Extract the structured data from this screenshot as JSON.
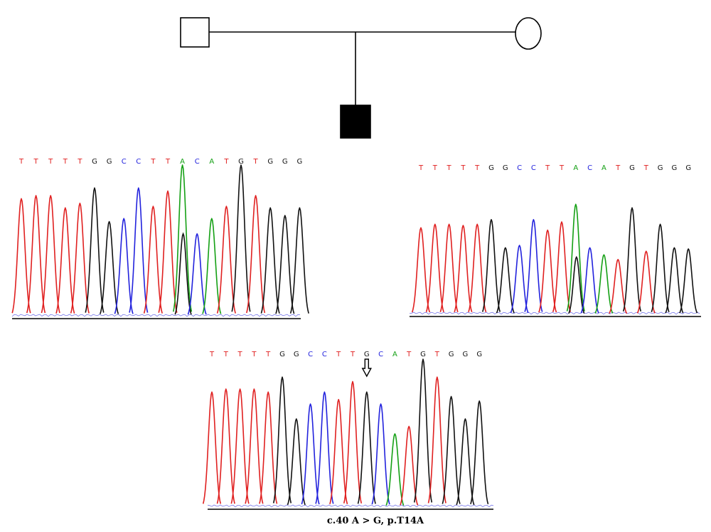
{
  "colors": {
    "A": "#14a014",
    "C": "#2222dd",
    "G": "#111111",
    "T": "#e02020",
    "line": "#000000",
    "affected_fill": "#000000",
    "unaffected_fill": "#ffffff"
  },
  "pedigree": {
    "father": {
      "shape": "square",
      "affected": false
    },
    "mother": {
      "shape": "circle",
      "affected": false
    },
    "proband": {
      "shape": "square",
      "affected": true
    }
  },
  "chromatograms": [
    {
      "id": "father",
      "sequence": [
        "T",
        "T",
        "T",
        "T",
        "T",
        "G",
        "G",
        "C",
        "C",
        "T",
        "T",
        "A",
        "C",
        "A",
        "T",
        "G",
        "T",
        "G",
        "G",
        "G"
      ],
      "peak_heights": [
        0.78,
        0.8,
        0.8,
        0.72,
        0.75,
        0.85,
        0.63,
        0.65,
        0.85,
        0.73,
        0.83,
        1.0,
        0.55,
        0.65,
        0.73,
        1.0,
        0.8,
        0.72,
        0.67,
        0.72
      ],
      "secondary": {
        "11": {
          "base": "G",
          "height": 0.55
        }
      },
      "marker_arrow": false
    },
    {
      "id": "mother",
      "sequence": [
        "T",
        "T",
        "T",
        "T",
        "T",
        "G",
        "G",
        "C",
        "C",
        "T",
        "T",
        "A",
        "C",
        "A",
        "T",
        "G",
        "T",
        "G",
        "G",
        "G"
      ],
      "peak_heights": [
        0.75,
        0.78,
        0.78,
        0.77,
        0.78,
        0.82,
        0.58,
        0.6,
        0.82,
        0.73,
        0.8,
        0.95,
        0.58,
        0.52,
        0.48,
        0.92,
        0.55,
        0.78,
        0.58,
        0.57
      ],
      "secondary": {
        "11": {
          "base": "G",
          "height": 0.5
        }
      },
      "marker_arrow": false
    },
    {
      "id": "proband",
      "sequence": [
        "T",
        "T",
        "T",
        "T",
        "T",
        "G",
        "G",
        "C",
        "C",
        "T",
        "T",
        "G",
        "C",
        "A",
        "T",
        "G",
        "T",
        "G",
        "G",
        "G"
      ],
      "peak_heights": [
        0.78,
        0.8,
        0.8,
        0.8,
        0.78,
        0.88,
        0.6,
        0.7,
        0.78,
        0.73,
        0.85,
        0.78,
        0.7,
        0.5,
        0.55,
        1.0,
        0.88,
        0.75,
        0.6,
        0.72
      ],
      "secondary": {},
      "marker_arrow": true,
      "arrow_index": 11
    }
  ],
  "caption": "c.40 A > G, p.T14A"
}
